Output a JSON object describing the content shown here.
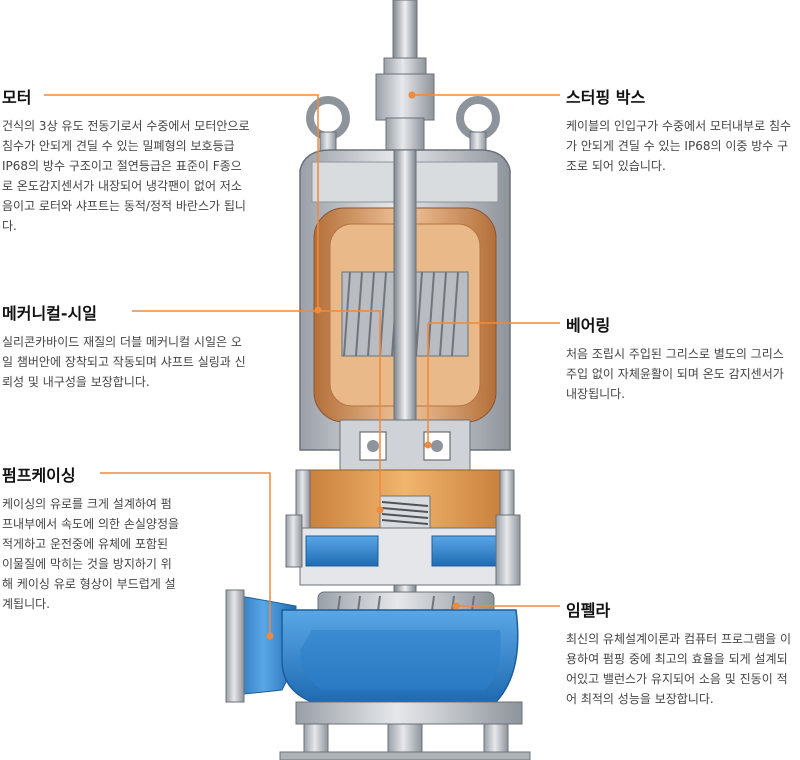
{
  "colors": {
    "leader": "#f08a3c",
    "metal": "#c9ccd1",
    "metal_dark": "#8e949b",
    "copper": "#c98a52",
    "copper_light": "#e9b98a",
    "water_blue": "#3a8fd8",
    "water_blue_dark": "#1f6bb3"
  },
  "labels": {
    "motor": {
      "title": "모터",
      "desc": "건식의 3상 유도 전동기로서 수중에서 모터안으로 침수가 안되게 견딜 수 있는 밀폐형의 보호등급 IP68의 방수 구조이고 절연등급은 표준이 F종으로 온도감지센서가 내장되어 냉각팬이 없어 저소음이고 로터와 샤프트는 동적/정적 바란스가 됩니다."
    },
    "mech_seal": {
      "title": "메커니컬-시일",
      "desc": "실리콘카바이드 재질의 더블 메커니컬 시일은 오일 챔버안에 장착되고 작동되며 샤프트 실링과 신뢰성 및 내구성을 보장합니다."
    },
    "pump_casing": {
      "title": "펌프케이싱",
      "desc": "케이싱의 유로를 크게 설계하여 펌프내부에서 속도에 의한 손실양정을 적게하고 운전중에 유체에 포함된 이물질에 막히는 것을 방지하기 위해 케이싱 유로 형상이 부드럽게 설계됩니다."
    },
    "stuffing_box": {
      "title": "스터핑 박스",
      "desc": "케이블의 인입구가 수중에서 모터내부로 침수가 안되게 견딜 수 있는 IP68의 이중 방수 구조로 되어 있습니다."
    },
    "bearing": {
      "title": "베어링",
      "desc": "처음 조립시 주입된 그리스로 별도의 그리스 주입 없이 자체윤활이 되며 온도 감지센서가 내장됩니다."
    },
    "impeller": {
      "title": "임펠라",
      "desc": "최신의 유체설계이론과 컴퓨터 프로그램을 이용하여 펌핑 중에 최고의 효율을 되게 설계되어있고 밸런스가 유지되어 소음 및 진동이 적어 최적의 성능을 보장합니다."
    }
  }
}
